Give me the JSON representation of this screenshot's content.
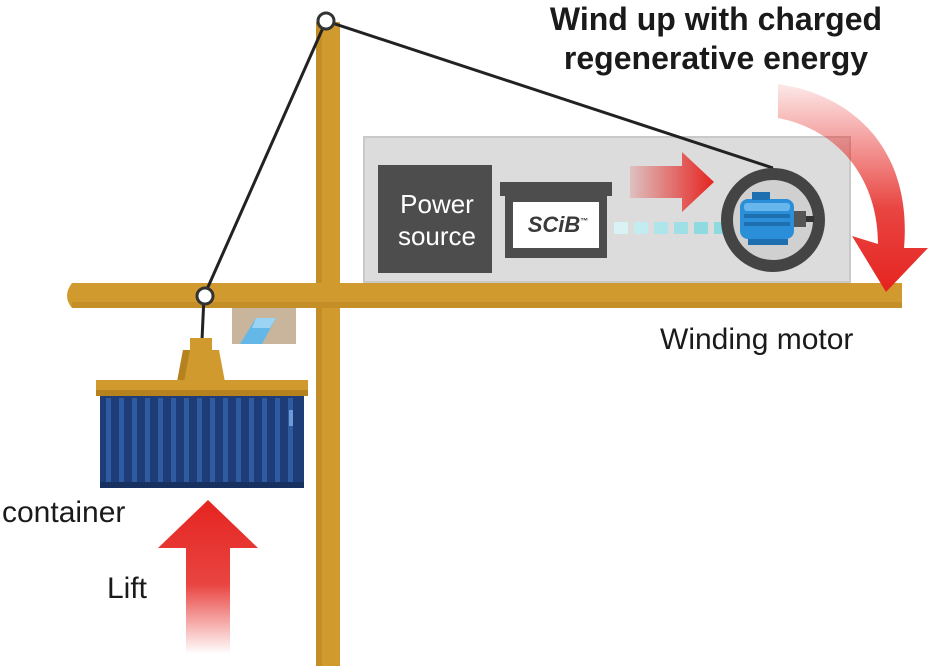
{
  "title": {
    "line1": "Wind up with charged",
    "line2": "regenerative energy"
  },
  "labels": {
    "winding_motor": "Winding motor",
    "container": "container",
    "lift": "Lift"
  },
  "power_box": {
    "line1": "Power",
    "line2": "source"
  },
  "battery": {
    "name": "SCiB",
    "trademark": "™"
  },
  "icons": [
    "pulley-icon",
    "motor-icon",
    "container-icon",
    "lift-arrow-icon",
    "rotation-arrow-icon",
    "energy-flow-arrow-icon"
  ],
  "colors": {
    "crane": "#d19a2e",
    "crane_dark": "#b5821f",
    "housing": "#dcdcdc",
    "power_box": "#4d4d4d",
    "arrow_red": "#e52420",
    "motor_ring": "#444444",
    "motor_blue": "#2a8fd8",
    "container_blue": "#1e3d78",
    "energy_cyan": "#9fe0e6"
  }
}
